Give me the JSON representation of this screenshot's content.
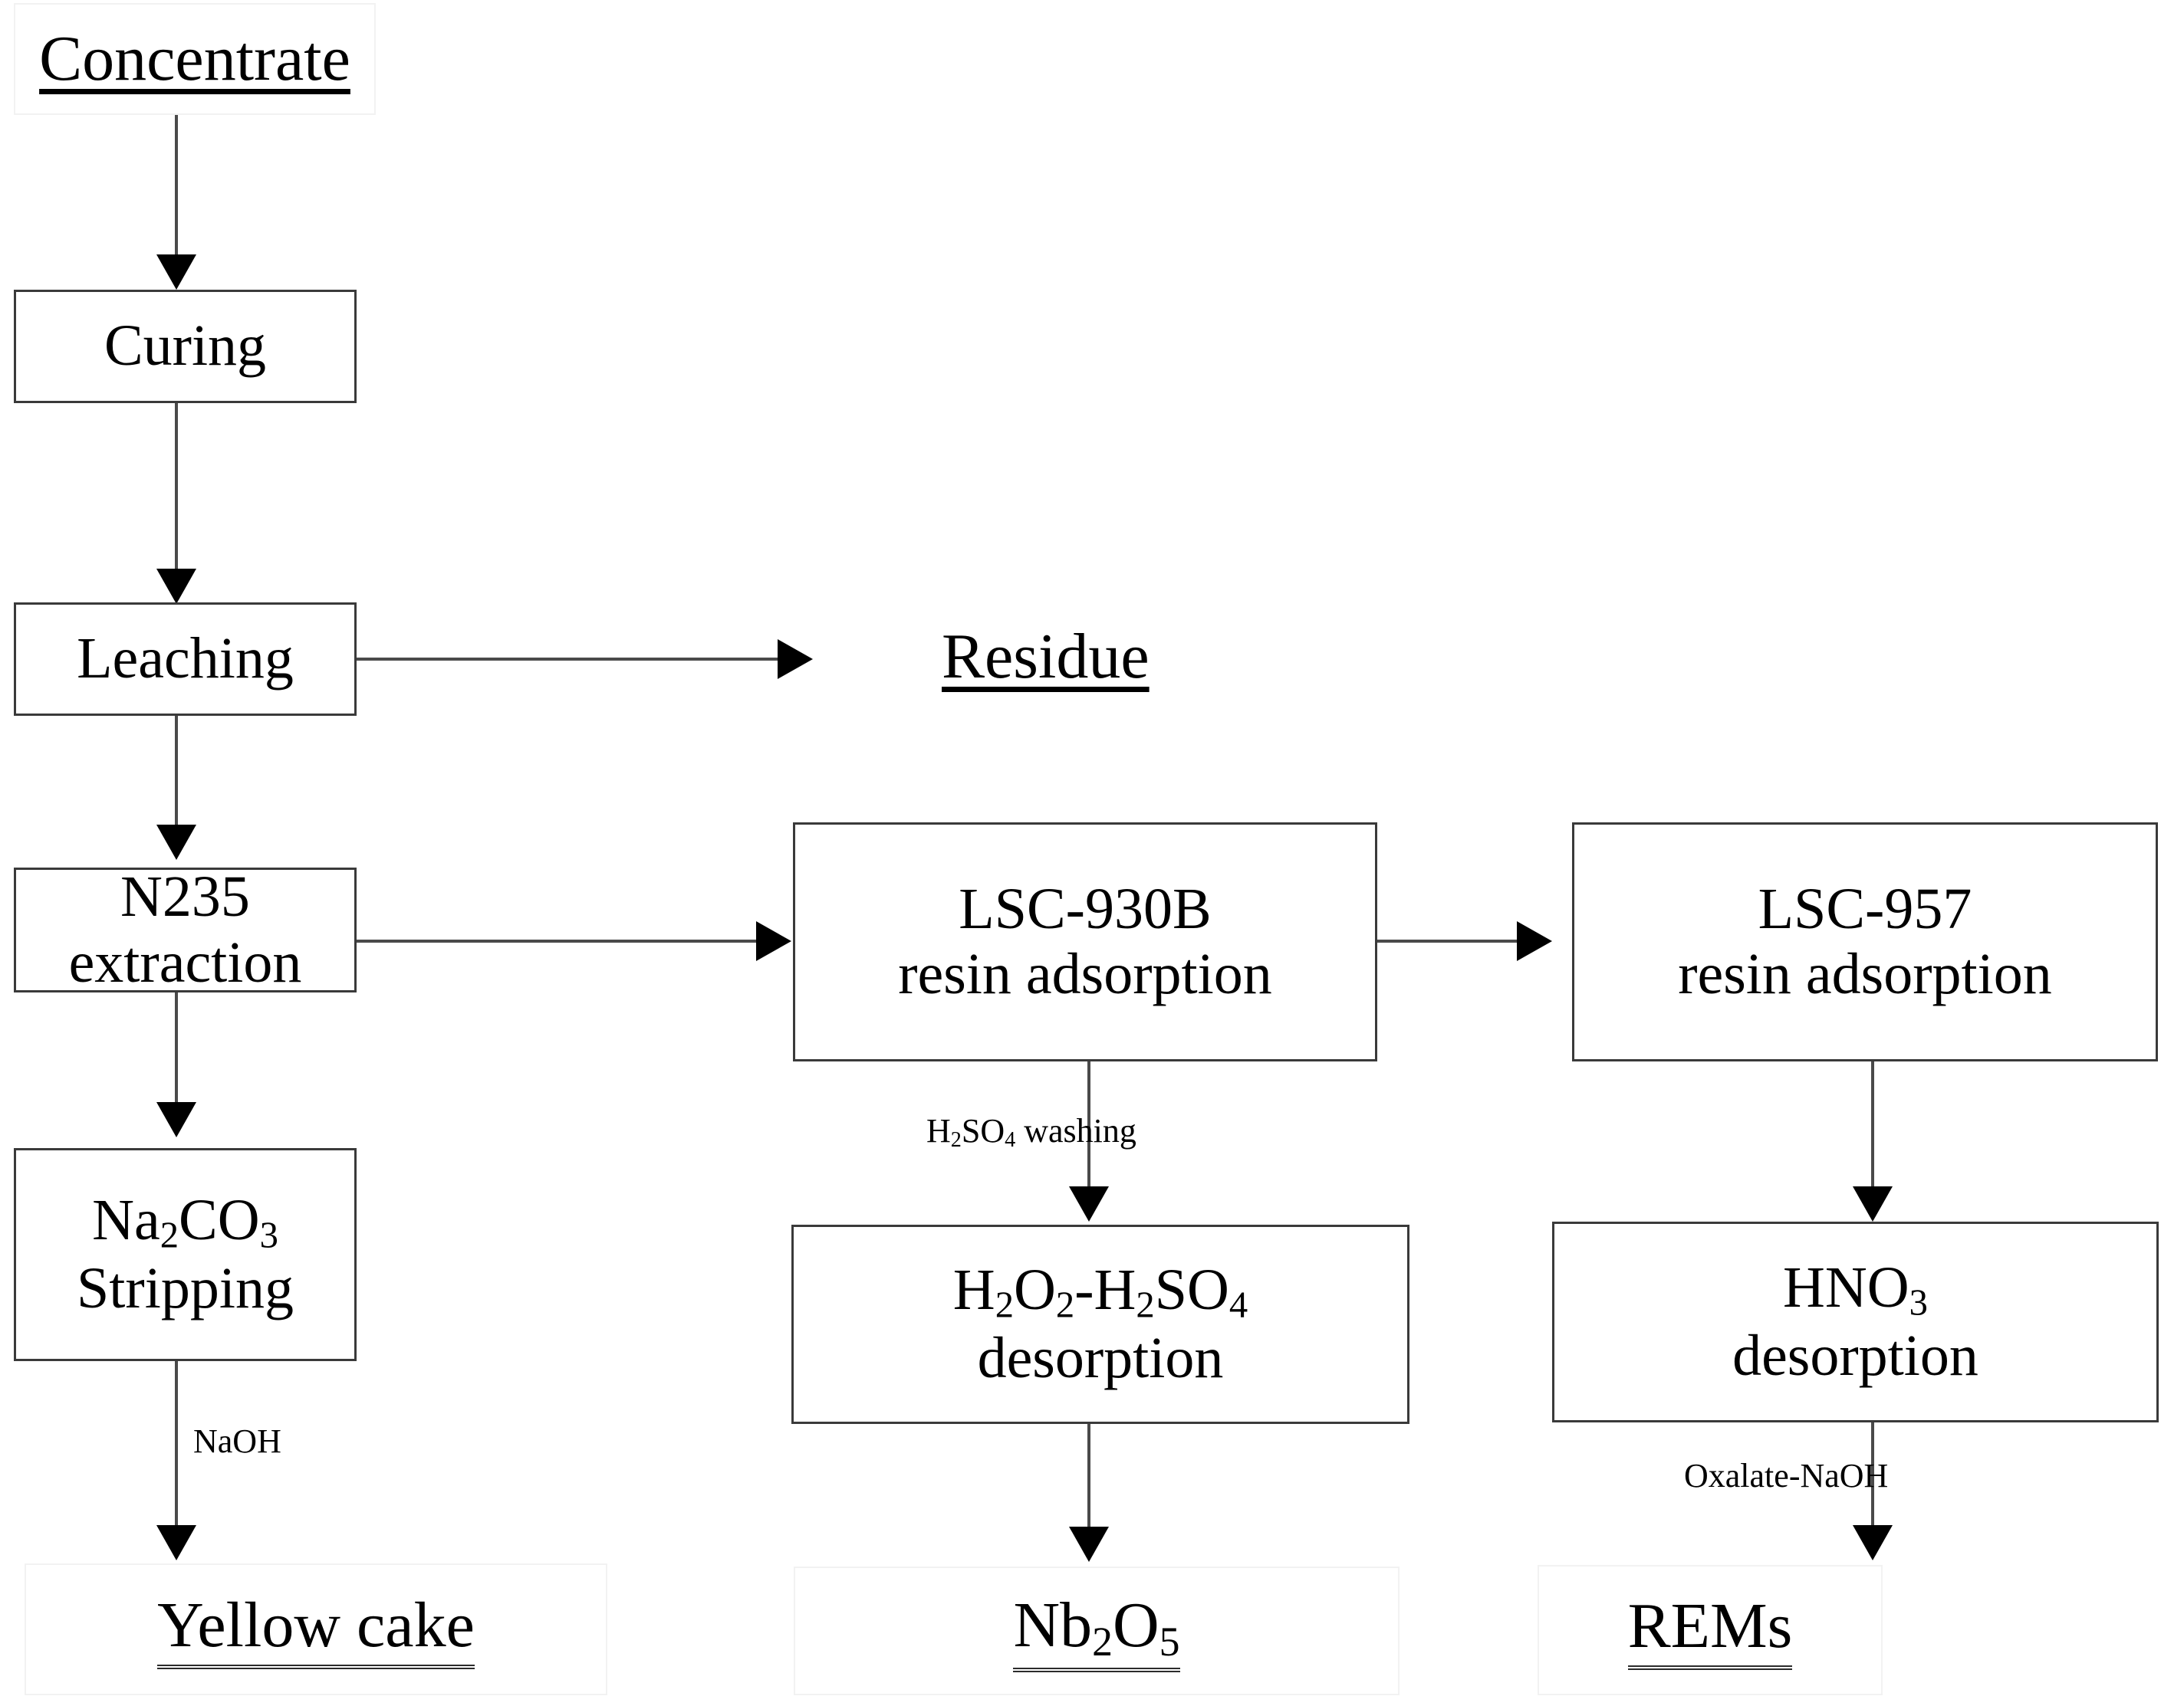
{
  "diagram": {
    "title": "Hydrometallurgical recovery flowsheet",
    "type": "process-flowchart",
    "colors": {
      "box_border": "#3a3a3a",
      "faint_border": "#f2f2f2",
      "connector": "#4a4a4a",
      "arrow_head": "#000000",
      "background": "#ffffff",
      "text": "#000000"
    },
    "nodes": [
      {
        "id": "concentrate",
        "label": "Concentrate",
        "kind": "terminal",
        "underline": "single"
      },
      {
        "id": "curing",
        "label": "Curing",
        "kind": "process"
      },
      {
        "id": "leaching",
        "label": "Leaching",
        "kind": "process"
      },
      {
        "id": "residue",
        "label": "Residue",
        "kind": "terminal",
        "underline": "single"
      },
      {
        "id": "n235",
        "label": "N235 extraction",
        "kind": "process"
      },
      {
        "id": "lsc930b_l1",
        "label": "LSC-930B",
        "kind": "process"
      },
      {
        "id": "lsc930b_l2",
        "label": "resin adsorption",
        "kind": "process"
      },
      {
        "id": "lsc957_l1",
        "label": "LSC-957",
        "kind": "process"
      },
      {
        "id": "lsc957_l2",
        "label": "resin adsorption",
        "kind": "process"
      },
      {
        "id": "na2co3_l1",
        "label": "Na2CO3",
        "kind": "process"
      },
      {
        "id": "na2co3_l2",
        "label": "Stripping",
        "kind": "process"
      },
      {
        "id": "h2o2_l1",
        "label": "H2O2-H2SO4",
        "kind": "process"
      },
      {
        "id": "h2o2_l2",
        "label": "desorption",
        "kind": "process"
      },
      {
        "id": "hno3_l1",
        "label": "HNO3",
        "kind": "process"
      },
      {
        "id": "hno3_l2",
        "label": "desorption",
        "kind": "process"
      },
      {
        "id": "yellowcake",
        "label": "Yellow cake",
        "kind": "terminal",
        "underline": "double"
      },
      {
        "id": "nb2o5",
        "label": "Nb2O5",
        "kind": "terminal",
        "underline": "double"
      },
      {
        "id": "rems",
        "label": "REMs",
        "kind": "terminal",
        "underline": "double"
      }
    ],
    "edge_labels": {
      "h2so4_washing": "H2SO4 washing",
      "naoh": "NaOH",
      "oxalate_naoh": "Oxalate-NaOH"
    },
    "edges": [
      {
        "from": "concentrate",
        "to": "curing",
        "direction": "down",
        "label": ""
      },
      {
        "from": "curing",
        "to": "leaching",
        "direction": "down",
        "label": ""
      },
      {
        "from": "leaching",
        "to": "residue",
        "direction": "right",
        "label": ""
      },
      {
        "from": "leaching",
        "to": "n235",
        "direction": "down",
        "label": ""
      },
      {
        "from": "n235",
        "to": "lsc930b",
        "direction": "right",
        "label": ""
      },
      {
        "from": "lsc930b",
        "to": "lsc957",
        "direction": "right",
        "label": ""
      },
      {
        "from": "n235",
        "to": "na2co3",
        "direction": "down",
        "label": ""
      },
      {
        "from": "lsc930b",
        "to": "h2o2",
        "direction": "down",
        "label": "H2SO4 washing"
      },
      {
        "from": "lsc957",
        "to": "hno3",
        "direction": "down",
        "label": ""
      },
      {
        "from": "na2co3",
        "to": "yellowcake",
        "direction": "down",
        "label": "NaOH"
      },
      {
        "from": "h2o2",
        "to": "nb2o5",
        "direction": "down",
        "label": ""
      },
      {
        "from": "hno3",
        "to": "rems",
        "direction": "down",
        "label": "Oxalate-NaOH"
      }
    ]
  },
  "formulas": {
    "na2co3": {
      "pre": "Na",
      "sub1": "2",
      "mid": "CO",
      "sub2": "3"
    },
    "h2o2_h2so4": {
      "a": "H",
      "a_sub": "2",
      "b": "O",
      "b_sub": "2",
      "dash": "-",
      "c": "H",
      "c_sub": "2",
      "d": "SO",
      "d_sub": "4"
    },
    "hno3": {
      "pre": "HNO",
      "sub": "3"
    },
    "nb2o5": {
      "a": "Nb",
      "a_sub": "2",
      "b": "O",
      "b_sub": "5"
    },
    "h2so4_washing": {
      "a": "H",
      "a_sub": "2",
      "b": "SO",
      "b_sub": "4",
      "rest": " washing"
    }
  }
}
